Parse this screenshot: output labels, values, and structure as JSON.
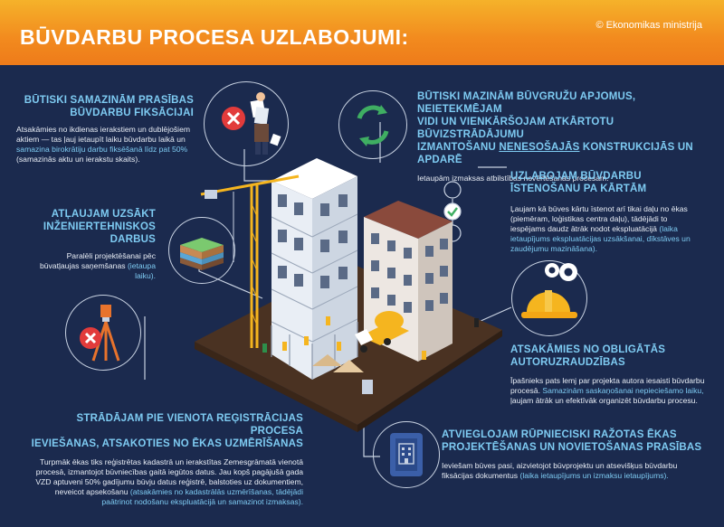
{
  "header": {
    "title": "BŪVDARBU PROCESA UZLABOJUMI:",
    "credit": "© Ekonomikas ministrija"
  },
  "sections": {
    "s1": {
      "heading_l1": "BŪTISKI SAMAZINĀM PRASĪBAS",
      "heading_l2": "BŪVDARBU FIKSĀCIJAI",
      "text_1": "Atsakāmies no ikdienas ierakstiem un dublējošiem aktiem — tas ļauj ietaupīt laiku būvdarbu laikā un ",
      "text_hl": "samazina birokrātiju darbu fiksēšanā līdz pat 50%",
      "text_2": " (samazinās aktu un ierakstu skaits)."
    },
    "s2": {
      "heading_l1": "BŪTISKI MAZINĀM BŪVGRUŽU APJOMUS, NEIETEKMĒJAM",
      "heading_l2": "VIDI UN VIENKĀRŠOJAM ATKĀRTOTU BŪVIZSTRĀDĀJUMU",
      "heading_l3a": "IZMANTOŠANU ",
      "heading_l3u": "NENESOŠAJĀS",
      "heading_l3b": " KONSTRUKCIJĀS UN APDARĒ",
      "text": "Ietaupām izmaksas atbilstības novērtēšanas procesam."
    },
    "s3": {
      "heading_l1": "ATĻAUJAM UZSĀKT",
      "heading_l2": "INŽENIERTEHNISKOS",
      "heading_l3": "DARBUS",
      "text_1": "Paralēli projektēšanai pēc būvatļaujas saņemšanas ",
      "text_hl": "(ietaupa laiku)."
    },
    "s4": {
      "heading_l1": "UZLABOJAM BŪVDARBU",
      "heading_l2": "ĪSTENOŠANU PA KĀRTĀM",
      "text_1": "Ļaujam kā būves kārtu īstenot arī tikai daļu no ēkas (piemēram, loģistikas centra daļu), tādējādi to iespējams daudz ātrāk nodot ekspluatācijā ",
      "text_hl": "(laika ietaupījums ekspluatācijas uzsākšanai, dīkstāves un zaudējumu mazināšana)."
    },
    "s5": {
      "heading_l1": "ATSAKĀMIES NO OBLIGĀTĀS",
      "heading_l2": "AUTORUZRAUDZĪBAS",
      "text_1": "Īpašnieks pats lemj par projekta autora iesaisti būvdarbu procesā. ",
      "text_hl": "Samazinām saskaņošanai nepieciešamo laiku,",
      "text_2": " ļaujam ātrāk un efektīvāk organizēt būvdarbu procesu."
    },
    "s6": {
      "heading_l1": "STRĀDĀJAM PIE VIENOTA REĢISTRĀCIJAS PROCESA",
      "heading_l2": "IEVIEŠANAS, ATSAKOTIES NO ĒKAS UZMĒRĪŠANAS",
      "text_1": "Turpmāk ēkas tiks reģistrētas kadastrā un ierakstītas Zemesgrāmatā vienotā procesā, izmantojot būvniecības gaitā iegūtos datus. Jau kopš pagājušā gada VZD aptuveni 50% gadījumu būvju datus reģistrē, balstoties uz dokumentiem, neveicot apsekošanu ",
      "text_hl": "(atsakāmies no kadastrālās uzmērīšanas, tādējādi paātrinot nodošanu ekspluatācijā un samazinot izmaksas)."
    },
    "s7": {
      "heading_l1": "ATVIEGLOJAM RŪPNIECISKI RAŽOTAS ĒKAS",
      "heading_l2": "PROJEKTĒŠANAS UN NOVIETOŠANAS PRASĪBAS",
      "text_1": "Ieviešam būves pasi, aizvietojot būvprojektu un atsevišķus būvdarbu fiksācijas dokumentus ",
      "text_hl": "(laika ietaupījums un izmaksu ietaupījums)."
    }
  },
  "colors": {
    "background": "#1b2a4e",
    "header_top": "#f5b22a",
    "header_bottom": "#ee7b1a",
    "accent": "#7ecbf2",
    "red": "#e23b3b",
    "green": "#3fae62",
    "yellow": "#f5b51f"
  },
  "icons": [
    "no-paperwork-icon",
    "recycle-icon",
    "soil-layers-icon",
    "step-checklist-icon",
    "hard-hat-gears-icon",
    "surveying-tripod-no-icon",
    "building-passport-icon",
    "construction-site-illustration"
  ]
}
